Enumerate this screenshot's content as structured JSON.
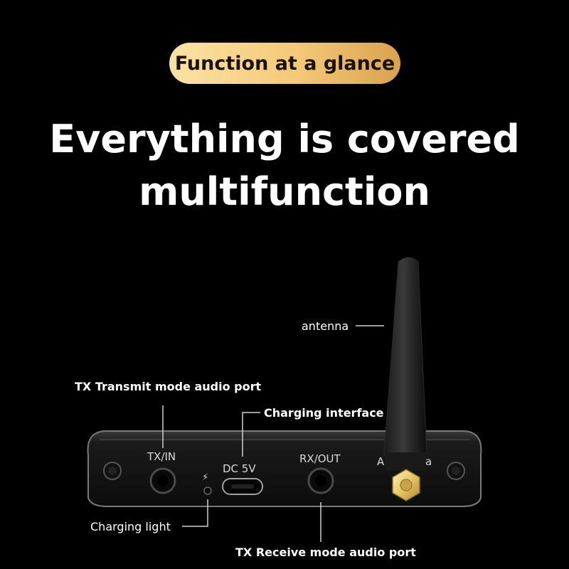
{
  "badge": "Function at a glance",
  "headline": {
    "line1": "Everything is covered",
    "line2": "multifunction"
  },
  "callouts": {
    "antenna": "antenna",
    "tx_in_port": "TX Transmit mode audio port",
    "charging_interface": "Charging interface",
    "charging_light": "Charging light",
    "rx_out_port": "TX Receive mode audio port"
  },
  "device_labels": {
    "tx_in": "TX/IN",
    "dc": "DC 5V",
    "rx_out": "RX/OUT",
    "antenna_partial": "A",
    "antenna_tail": "a",
    "bolt": "⚡"
  },
  "colors": {
    "background": "#000000",
    "badge_gold": "#f4c978",
    "antenna_connector": "#e6c66a"
  }
}
